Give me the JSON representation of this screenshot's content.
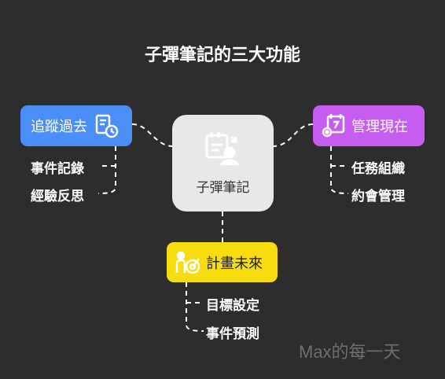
{
  "title": "子彈筆記的三大功能",
  "center": {
    "label": "子彈筆記",
    "icon": "journal-person-icon"
  },
  "branches": {
    "past": {
      "label": "追蹤過去",
      "color": "#4b8ef5",
      "icon": "list-clock-icon",
      "items": [
        "事件記錄",
        "經驗反思"
      ]
    },
    "present": {
      "label": "管理現在",
      "color": "#c55ef0",
      "icon": "calendar-gear-icon",
      "items": [
        "任務組織",
        "約會管理"
      ]
    },
    "future": {
      "label": "計畫未來",
      "color": "#f7dc0f",
      "icon": "target-person-icon",
      "items": [
        "目標設定",
        "事件預測"
      ]
    }
  },
  "colors": {
    "background": "#2d2d2d",
    "connector": "#ffffff",
    "center_fill": "#e8e8e8"
  },
  "watermark": "Max的每一天"
}
